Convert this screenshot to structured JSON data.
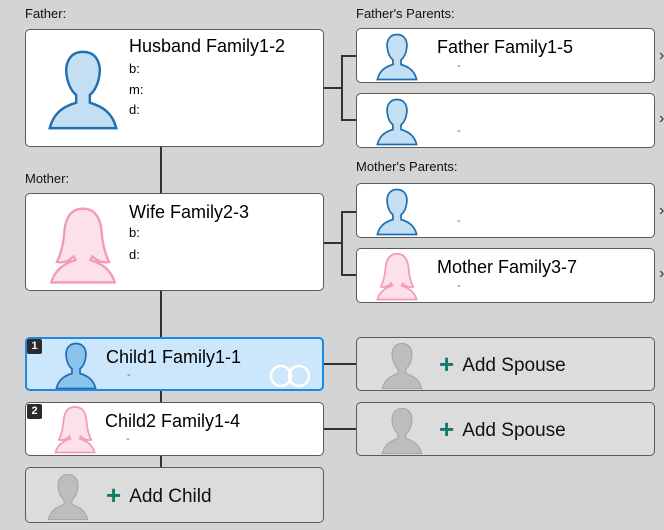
{
  "labels": {
    "father": "Father:",
    "mother": "Mother:",
    "fathers_parents": "Father's Parents:",
    "mothers_parents": "Mother's Parents:"
  },
  "husband": {
    "name": "Husband Family1-2",
    "b": "b:",
    "m": "m:",
    "d": "d:"
  },
  "wife": {
    "name": "Wife Family2-3",
    "b": "b:",
    "d": "d:"
  },
  "father_parents": [
    {
      "name": "Father Family1-5",
      "dates": "-"
    },
    {
      "name": "",
      "dates": "-"
    }
  ],
  "mother_parents": [
    {
      "name": "",
      "dates": "-"
    },
    {
      "name": "Mother Family3-7",
      "dates": "-"
    }
  ],
  "children": [
    {
      "index": "1",
      "name": "Child1 Family1-1",
      "dates": "-"
    },
    {
      "index": "2",
      "name": "Child2 Family1-4",
      "dates": "-"
    }
  ],
  "add_spouse_label": "Add Spouse",
  "add_child_label": "Add Child",
  "colors": {
    "male_fill": "#c5dff2",
    "male_stroke": "#1e6fb3",
    "female_fill": "#fde1ea",
    "female_stroke": "#f39ab7",
    "placeholder_fill": "#bdbdbd",
    "selected_bg": "#cce7fb",
    "selected_border": "#1a8ae6",
    "plus_color": "#127a6a"
  }
}
